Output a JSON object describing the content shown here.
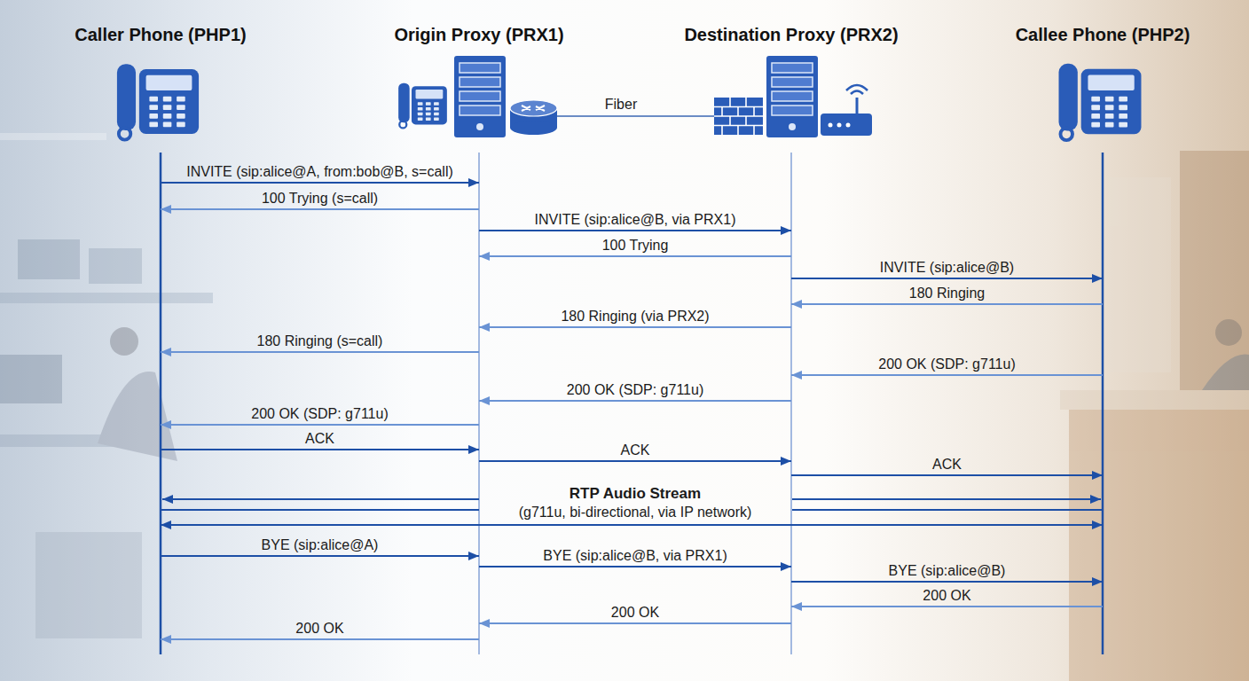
{
  "diagram": {
    "nodes": [
      {
        "text": [
          "Caller Phone (PHP1)"
        ]
      },
      {
        "text": [
          "Origin Proxy (PRX1)"
        ]
      },
      {
        "text": [
          "Destination Proxy (PRX2)"
        ]
      },
      {
        "text": [
          "Callee Phone (PHP2)"
        ]
      }
    ],
    "edges": [
      {
        "from": 1,
        "to": 2,
        "arrow": "none",
        "label": "Fiber"
      },
      {
        "from": 0,
        "to": 1,
        "arrow": "to",
        "label": "INVITE (sip:alice@A, from:bob@B, s=call)"
      },
      {
        "from": 1,
        "to": 0,
        "arrow": "to",
        "label": "100 Trying (s=call)"
      },
      {
        "from": 1,
        "to": 2,
        "arrow": "to",
        "label": "INVITE (sip:alice@B, via PRX1)"
      },
      {
        "from": 2,
        "to": 1,
        "arrow": "to",
        "label": "100 Trying"
      },
      {
        "from": 2,
        "to": 3,
        "arrow": "to",
        "label": "INVITE (sip:alice@B)"
      },
      {
        "from": 3,
        "to": 2,
        "arrow": "to",
        "label": "180 Ringing"
      },
      {
        "from": 2,
        "to": 1,
        "arrow": "to",
        "label": "180 Ringing (via PRX2)"
      },
      {
        "from": 1,
        "to": 0,
        "arrow": "to",
        "label": "180 Ringing (s=call)"
      },
      {
        "from": 3,
        "to": 2,
        "arrow": "to",
        "label": "200 OK (SDP: g711u)"
      },
      {
        "from": 2,
        "to": 1,
        "arrow": "to",
        "label": "200 OK (SDP: g711u)"
      },
      {
        "from": 1,
        "to": 0,
        "arrow": "to",
        "label": "200 OK (SDP: g711u)"
      },
      {
        "from": 0,
        "to": 1,
        "arrow": "to",
        "label": "ACK"
      },
      {
        "from": 1,
        "to": 2,
        "arrow": "to",
        "label": "ACK"
      },
      {
        "from": 2,
        "to": 3,
        "arrow": "to",
        "label": "ACK"
      },
      {
        "from": 0,
        "to": 3,
        "arrow": "both",
        "label": "RTP Audio Stream"
      },
      {
        "from": 0,
        "to": 1,
        "arrow": "to",
        "label": "BYE (sip:alice@A)"
      },
      {
        "from": 1,
        "to": 2,
        "arrow": "to",
        "label": "BYE (sip:alice@B, via PRX1)"
      },
      {
        "from": 2,
        "to": 3,
        "arrow": "to",
        "label": "BYE (sip:alice@B)"
      },
      {
        "from": 3,
        "to": 2,
        "arrow": "to",
        "label": "200 OK"
      },
      {
        "from": 2,
        "to": 1,
        "arrow": "to",
        "label": "200 OK"
      },
      {
        "from": 1,
        "to": 0,
        "arrow": "to",
        "label": "200 OK"
      }
    ],
    "labels": [
      "(g711u, bi-directional, via IP network)"
    ]
  }
}
